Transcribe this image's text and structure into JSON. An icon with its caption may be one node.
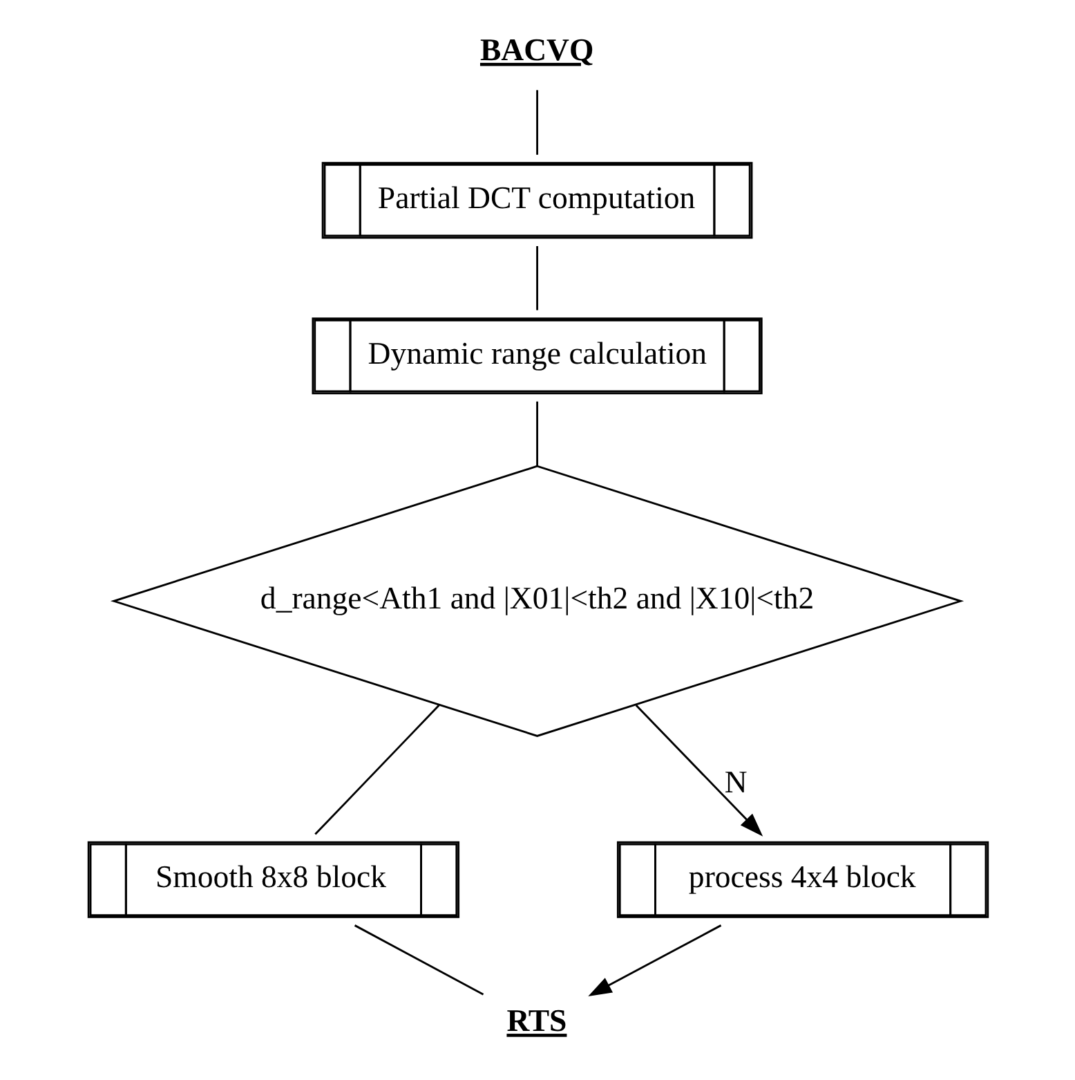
{
  "diagram": {
    "nodes": [
      {
        "text": [
          "BACVQ"
        ]
      },
      {
        "text": [
          "Partial DCT computation"
        ]
      },
      {
        "text": [
          "Dynamic range calculation"
        ]
      },
      {
        "text": [
          "d_range<Ath1 and |X01|<th2 and |X10|<th2"
        ]
      },
      {
        "text": [
          "Smooth 8x8 block"
        ]
      },
      {
        "text": [
          "process 4x4 block"
        ]
      },
      {
        "text": [
          "RTS"
        ]
      }
    ],
    "edges": [
      {
        "from": 0,
        "to": 1,
        "arrow": "none"
      },
      {
        "from": 1,
        "to": 2,
        "arrow": "none"
      },
      {
        "from": 2,
        "to": 3,
        "arrow": "none"
      },
      {
        "from": 3,
        "to": 4,
        "arrow": "none"
      },
      {
        "from": 3,
        "to": 5,
        "arrow": "to",
        "label": "N"
      },
      {
        "from": 4,
        "to": 6,
        "arrow": "none"
      },
      {
        "from": 5,
        "to": 6,
        "arrow": "to"
      }
    ]
  }
}
